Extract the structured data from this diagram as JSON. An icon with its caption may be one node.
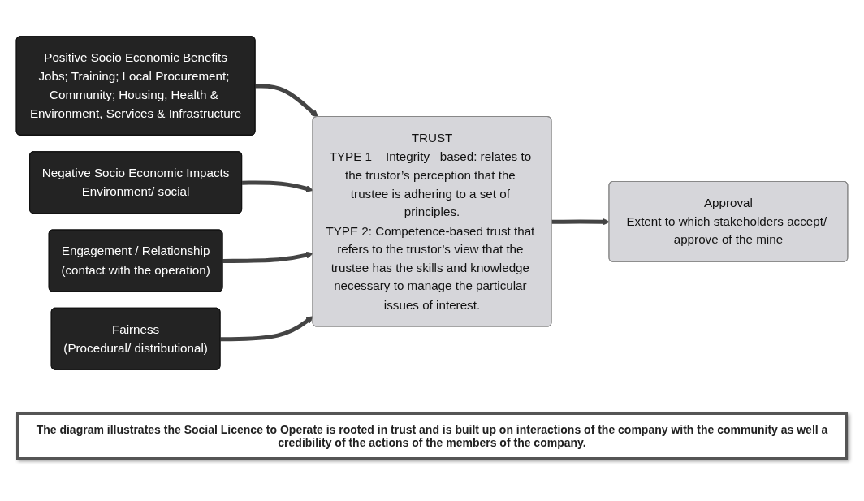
{
  "diagram": {
    "caption": "The diagram illustrates the Social Licence to Operate is rooted in trust and is built up on interactions of the company with the community as well a credibility of the actions of the members of the company.",
    "nodes": [
      {
        "text": [
          "Positive Socio Economic Benefits",
          "Jobs; Training; Local Procurement; Community; Housing, Health & Environment, Services & Infrastructure"
        ]
      },
      {
        "text": [
          "Negative Socio Economic Impacts",
          "Environment/ social"
        ]
      },
      {
        "text": [
          "Engagement / Relationship",
          "(contact with the operation)"
        ]
      },
      {
        "text": [
          "Fairness",
          "(Procedural/ distributional)"
        ]
      },
      {
        "text": [
          "TRUST",
          "TYPE 1 – Integrity –based: relates to the trustor’s perception that the trustee is adhering to a set of principles.",
          "TYPE 2: Competence-based trust that refers to the trustor’s view that the trustee has the skills and knowledge necessary to manage the particular issues of interest."
        ]
      },
      {
        "text": [
          "Approval",
          "Extent to which stakeholders accept/ approve of the mine"
        ]
      }
    ],
    "edges": [
      {
        "from": 0,
        "to": 4,
        "arrow": "to"
      },
      {
        "from": 1,
        "to": 4,
        "arrow": "to"
      },
      {
        "from": 2,
        "to": 4,
        "arrow": "to"
      },
      {
        "from": 3,
        "to": 4,
        "arrow": "to"
      },
      {
        "from": 4,
        "to": 5,
        "arrow": "to"
      }
    ]
  }
}
